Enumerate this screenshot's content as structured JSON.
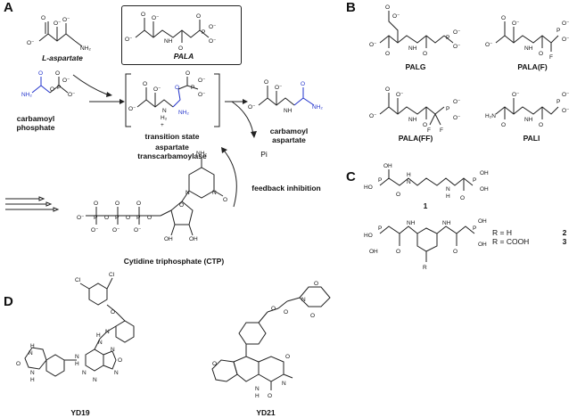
{
  "panels": {
    "A": "A",
    "B": "B",
    "C": "C",
    "D": "D"
  },
  "panelA": {
    "l_aspartate": "L-aspartate",
    "pala": "PALA",
    "carbamoyl_phosphate_1": "carbamoyl",
    "carbamoyl_phosphate_2": "phosphate",
    "transition_state": "transition state",
    "enzyme_1": "aspartate",
    "enzyme_2": "transcarbamoylase",
    "product_1": "carbamoyl",
    "product_2": "aspartate",
    "pi": "Pi",
    "feedback": "feedback inhibition",
    "ctp": "Cytidine triphosphate (CTP)"
  },
  "panelB": {
    "palg": "PALG",
    "pala_f": "PALA(F)",
    "pala_ff": "PALA(FF)",
    "pali": "PALI"
  },
  "panelC": {
    "compound1": "1",
    "r_h": "R = H",
    "r_cooh": "R = COOH",
    "compound2": "2",
    "compound3": "3"
  },
  "panelD": {
    "yd19": "YD19",
    "yd21": "YD21"
  },
  "atoms": {
    "O_minus": "O⁻",
    "O": "O",
    "NH2": "NH₂",
    "NH": "NH",
    "H": "H",
    "N": "N",
    "P": "P",
    "F": "F",
    "Cl": "Cl",
    "HO": "HO",
    "OH": "OH",
    "R": "R",
    "H2N": "H₂N",
    "plus": "+",
    "H2": "H₂"
  }
}
